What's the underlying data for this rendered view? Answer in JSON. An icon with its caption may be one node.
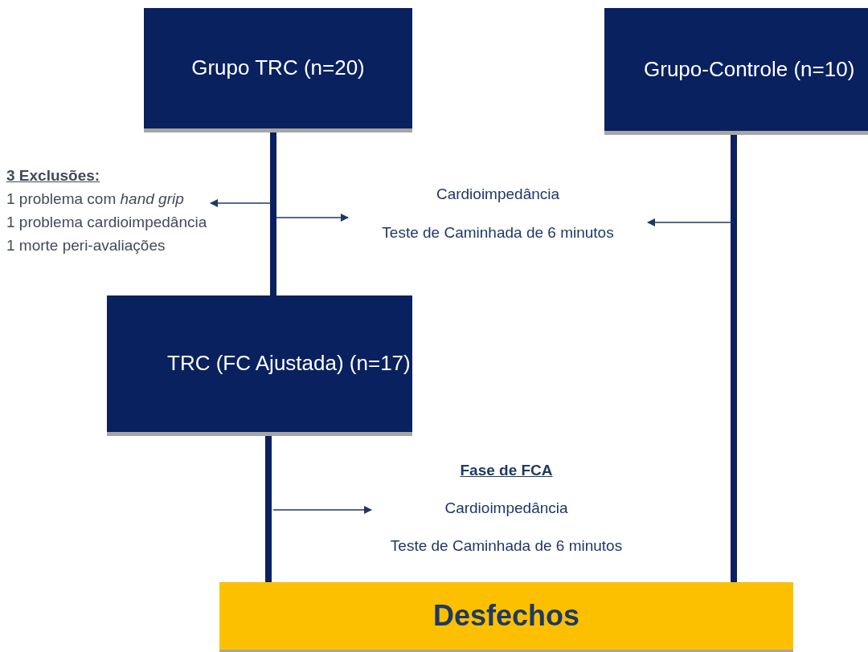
{
  "diagram": {
    "nodes": [
      {
        "text": [
          "Grupo TRC (n=20)"
        ]
      },
      {
        "text": [
          "Grupo-Controle (n=10)"
        ]
      },
      {
        "text": [
          "3 Exclusões:",
          "1 problema com *hand grip*",
          "1 problema cardioimpedância",
          "1 morte peri-avaliações"
        ]
      },
      {
        "text": [
          "Cardioimpedância",
          "Teste de Caminhada de 6 minutos"
        ]
      },
      {
        "text": [
          "TRC (FC Ajustada) (n=17)"
        ]
      },
      {
        "text": [
          "Fase de FCA",
          "Cardioimpedância",
          "Teste de Caminhada de 6 minutos"
        ]
      },
      {
        "text": [
          "Desfechos"
        ]
      }
    ],
    "edges": [
      {
        "from": 0,
        "to": 4,
        "arrow": "none",
        "style": "thick",
        "color": "#0a2160"
      },
      {
        "from": 4,
        "to": 6,
        "arrow": "none",
        "style": "thick",
        "color": "#0a2160"
      },
      {
        "from": 1,
        "to": 6,
        "arrow": "none",
        "style": "thick",
        "color": "#0a2160"
      },
      {
        "from": null,
        "to": 2,
        "arrow": "to"
      },
      {
        "from": null,
        "to": 3,
        "arrow": "to"
      },
      {
        "from": null,
        "to": 3,
        "arrow": "to"
      },
      {
        "from": null,
        "to": 5,
        "arrow": "to"
      }
    ]
  }
}
